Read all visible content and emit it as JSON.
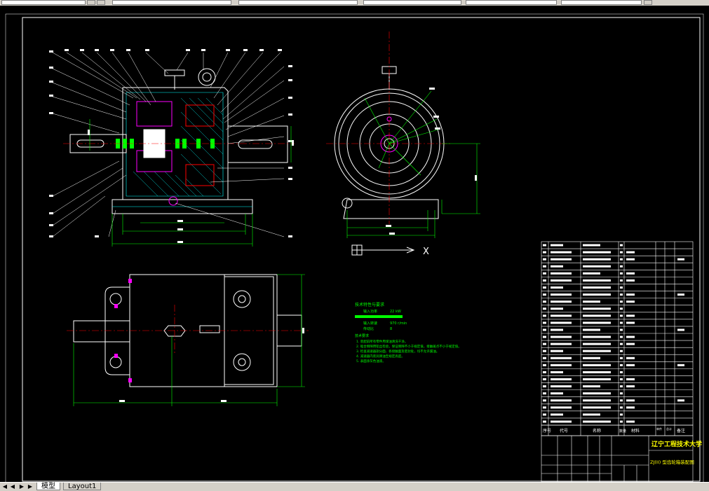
{
  "title_block": {
    "school": "辽宁工程技术大学",
    "drawing_name": "ZJ(II) 型齿轮箱装配图",
    "header_labels": [
      "序号",
      "代号",
      "名称",
      "数量",
      "材料",
      "单件",
      "总计",
      "备注"
    ]
  },
  "tech_requirements": {
    "title": "技术特性与要求",
    "params": [
      {
        "label": "输入功率",
        "value": "22 kW"
      },
      {
        "label": "输入转速",
        "value": "970 r/min"
      },
      {
        "label": "传动比",
        "value": "8"
      }
    ],
    "notes_title": "技术要求",
    "notes": [
      "1. 装配前所有零件用煤油清洗干净。",
      "2. 啮合侧隙用铅丝检验，保证侧隙不小于规定值，接触斑点不小于规定值。",
      "3. 检查减速器剖分面、各接触面及密封处，均不允许漏油。",
      "4. 减速器内装润滑油至规定高度。",
      "5. 表面涂灰色油漆。"
    ]
  },
  "axis_label": "X",
  "tabs": [
    {
      "label": "模型"
    },
    {
      "label": "Layout1"
    }
  ],
  "nav_buttons": [
    "◀",
    "◀",
    "▶",
    "▶"
  ],
  "colors": {
    "background": "#000000",
    "lines": "#ffffff",
    "dimensions": "#00ff00",
    "centerline": "#ff0000",
    "highlight": "#ff00ff",
    "hatch": "#00ffff"
  }
}
